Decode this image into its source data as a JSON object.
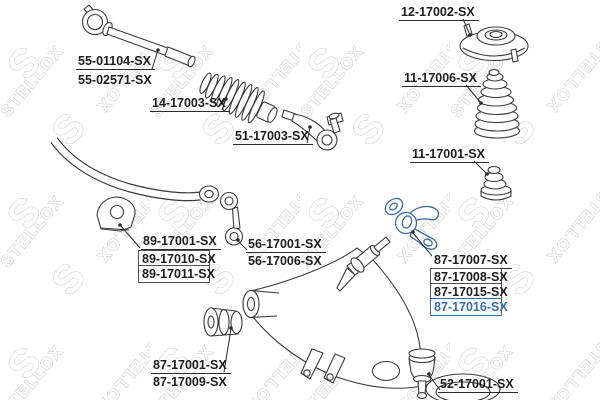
{
  "brand_watermark": "STELLOX",
  "watermark_logo": "stylized-S-logo",
  "colors": {
    "highlight_blue": "#3a6da8",
    "line_black": "#2b2b2b",
    "watermark_gray": "#c9c9c9",
    "background": "#ffffff"
  },
  "callouts": {
    "inner_tie_rod": {
      "labels": [
        "55-01104-SX",
        "55-02571-SX"
      ]
    },
    "steering_boot": {
      "labels": [
        "14-17003-SX"
      ]
    },
    "tie_rod_end": {
      "labels": [
        "51-17003-SX"
      ]
    },
    "strut_mount": {
      "labels": [
        "12-17002-SX"
      ]
    },
    "strut_dust_boot": {
      "labels": [
        "11-17006-SX"
      ]
    },
    "bump_stop": {
      "labels": [
        "11-17001-SX"
      ]
    },
    "stabilizer_bushing": {
      "labels": [
        "89-17001-SX",
        "89-17010-SX",
        "89-17011-SX"
      ]
    },
    "stabilizer_link": {
      "labels": [
        "56-17001-SX",
        "56-17006-SX"
      ]
    },
    "control_arm_rear_bushing": {
      "labels": [
        "87-17007-SX",
        "87-17008-SX",
        "87-17015-SX",
        "87-17016-SX"
      ],
      "highlighted": "87-17016-SX"
    },
    "control_arm_front_bushing": {
      "labels": [
        "87-17001-SX",
        "87-17009-SX"
      ]
    },
    "ball_joint": {
      "labels": [
        "52-17001-SX"
      ]
    }
  }
}
